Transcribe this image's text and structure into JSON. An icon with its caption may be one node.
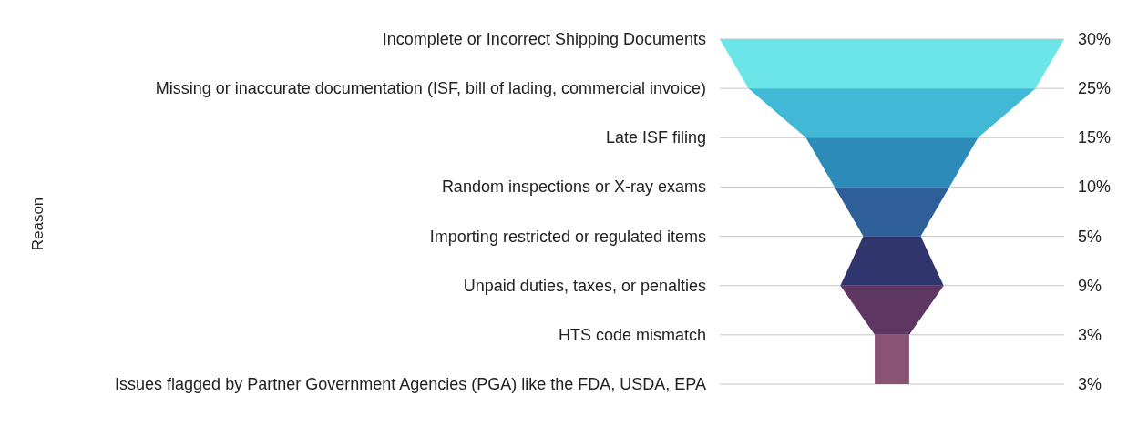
{
  "diagram": {
    "labels": [
      "Reason",
      "Incomplete or Incorrect Shipping Documents",
      "30%",
      "Missing or inaccurate documentation (ISF, bill of lading, commercial invoice)",
      "25%",
      "Late ISF filing",
      "15%",
      "Random inspections or X-ray exams",
      "10%",
      "Importing restricted or regulated items",
      "5%",
      "Unpaid duties, taxes, or penalties",
      "9%",
      "HTS code mismatch",
      "3%",
      "Issues flagged by Partner Government Agencies (PGA) like the FDA, USDA, EPA",
      "3%"
    ]
  }
}
